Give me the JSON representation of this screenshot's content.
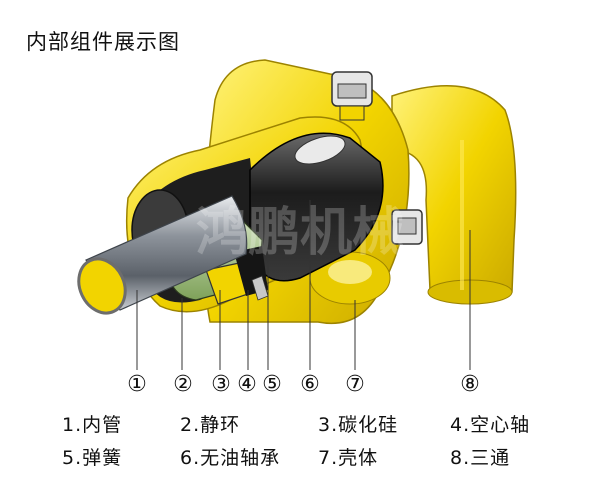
{
  "title": "内部组件展示图",
  "watermark": "鸿鹏机械",
  "callouts": [
    "①",
    "②",
    "③",
    "④",
    "⑤",
    "⑥",
    "⑦",
    "⑧"
  ],
  "legend": [
    "1.内管",
    "2.静环",
    "3.碳化硅",
    "4.空心轴",
    "5.弹簧",
    "6.无油轴承",
    "7.壳体",
    "8.三通"
  ],
  "colors": {
    "housing": "#f2d400",
    "housing_dark": "#b79a00",
    "tube": "#9aa0a8",
    "bearing": "#2a2a2a",
    "tube_end": "#f2d400"
  }
}
